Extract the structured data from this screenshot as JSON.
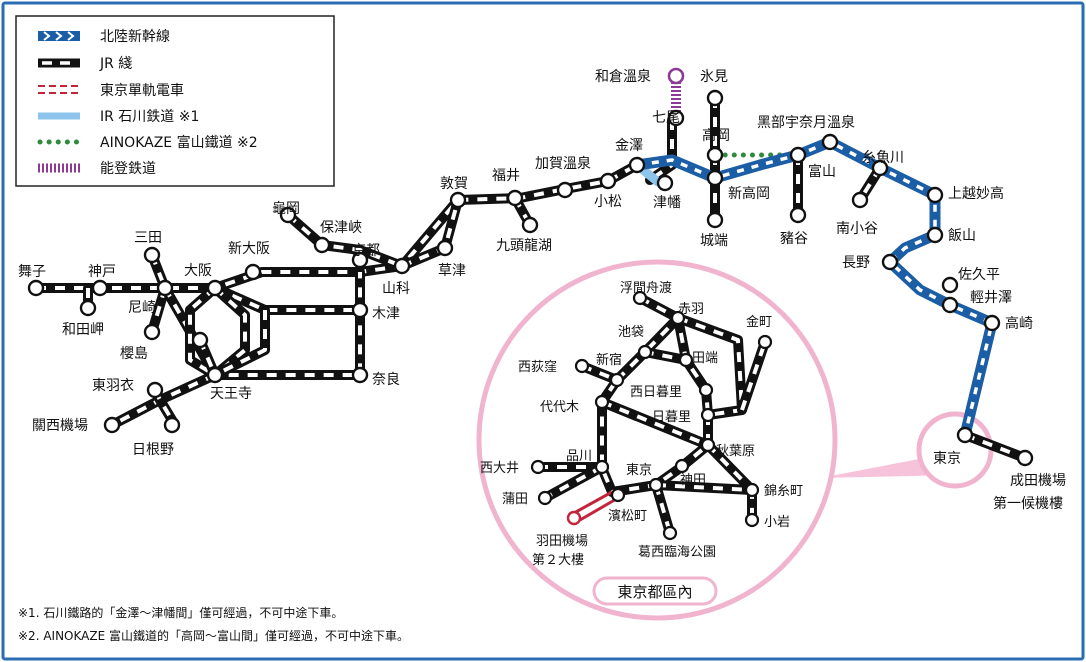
{
  "legend": {
    "items": [
      {
        "key": "hokuriku_shinkansen",
        "label": "北陸新幹線"
      },
      {
        "key": "jr",
        "label": "JR 綫"
      },
      {
        "key": "monorail",
        "label": "東京單軌電車"
      },
      {
        "key": "ir",
        "label": "IR 石川鉄道 ※1"
      },
      {
        "key": "ainokaze",
        "label": "AINOKAZE 富山鐵道 ※2"
      },
      {
        "key": "noto",
        "label": "能登鉄道"
      }
    ]
  },
  "stations": {
    "maiko": "舞子",
    "kobe": "神戸",
    "wadamisaki": "和田岬",
    "sanda": "三田",
    "amagasaki": "尼崎",
    "osaka": "大阪",
    "shinosaka": "新大阪",
    "sakurajima": "櫻島",
    "tennoji": "天王寺",
    "higashihagoromo": "東羽衣",
    "kansai_airport": "關西機場",
    "hineno": "日根野",
    "kameoka": "龜岡",
    "hozukyo": "保津峽",
    "kyoto": "京都",
    "yamashina": "山科",
    "kizu": "木津",
    "nara": "奈良",
    "kusatsu": "草津",
    "tsuruga": "敦賀",
    "fukui": "福井",
    "kuzuryuko": "九頭龍湖",
    "kagaonsen": "加賀溫泉",
    "komatsu": "小松",
    "kanazawa": "金澤",
    "tsubata": "津幡",
    "nanao": "七尾",
    "wakuraonsen": "和倉溫泉",
    "himi": "氷見",
    "takaoka": "高岡",
    "shintakaoka": "新高岡",
    "johana": "城端",
    "toyama": "富山",
    "inotani": "豬谷",
    "kurobe": "黑部宇奈月溫泉",
    "itoigawa": "糸魚川",
    "minamiotari": "南小谷",
    "joetsumyoko": "上越妙高",
    "iiyama": "飯山",
    "nagano": "長野",
    "sakudaira": "佐久平",
    "karuizawa": "輕井澤",
    "takasaki": "高崎",
    "tokyo": "東京",
    "narita_1": "成田機場",
    "narita_2": "第一候機樓"
  },
  "tokyo_inset": {
    "title": "東京都區內",
    "stations": {
      "ukimafunado": "浮間舟渡",
      "akabane": "赤羽",
      "ikebukuro": "池袋",
      "kinshicho_gold": "金町",
      "tabata": "田端",
      "nishiogikubo": "西荻窪",
      "shinjuku": "新宿",
      "nishinippori": "西日暮里",
      "nippori": "日暮里",
      "yoyogi": "代代木",
      "akihabara": "秋葉原",
      "kanda": "神田",
      "shinagawa": "品川",
      "tokyo": "東京",
      "nishioi": "西大井",
      "kamata": "蒲田",
      "hamamatsucho": "濱松町",
      "kinshicho": "錦糸町",
      "koiwa": "小岩",
      "kasai": "葛西臨海公園",
      "haneda_1": "羽田機場",
      "haneda_2": "第２大樓"
    }
  },
  "notes": [
    "※1. 石川鐵路的「金澤〜津幡間」僅可經過，不可中途下車。",
    "※2. AINOKAZE 富山鐵道的「高岡〜富山間」僅可經過，不可中途下車。"
  ],
  "colors": {
    "frame": "#2b6db2",
    "shinkansen": "#1b5ea6",
    "jr": "#111111",
    "monorail": "#c4243a",
    "ir": "#8cc4ec",
    "ainokaze": "#2f8a3e",
    "noto": "#8c3a95",
    "inset_circle": "#f0b4cf",
    "callout": "#f6c3da"
  }
}
